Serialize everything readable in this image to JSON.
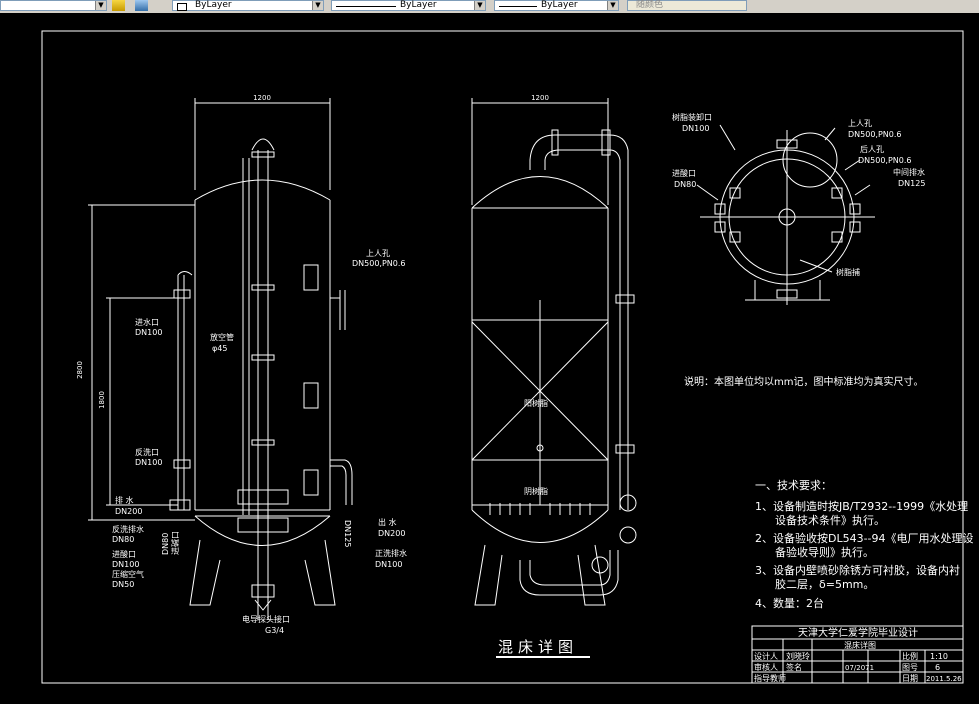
{
  "toolbar": {
    "color_dropdown": "ByLayer",
    "linetype_dropdown": "ByLayer",
    "lineweight_dropdown": "ByLayer",
    "plotstyle_dropdown": "随颜色"
  },
  "drawing": {
    "left_view": {
      "dim_width": "1200",
      "dim_total": "2800",
      "dim_mid": "1800",
      "in_label": "进水口",
      "in_size": "DN100",
      "back_label": "反洗口",
      "back_size": "DN100",
      "outlet_label": "排 水",
      "outlet_size": "DN200",
      "backwash_drain_label": "反洗排水",
      "backwash_drain_size": "DN80",
      "inlet_label": "进酸口",
      "inlet_size": "DN100",
      "air_label": "压缩空气",
      "air_size": "DN50",
      "side_in": "进碱口",
      "side_size": "DN80",
      "pipe_label": "放空管",
      "pipe_size": "φ45",
      "manhole_label": "上人孔",
      "manhole_spec": "DN500,PN0.6",
      "vertical_size": "DN125",
      "out_label": "出 水",
      "out_size": "DN200",
      "rinse_label": "正洗排水",
      "rinse_size": "DN100",
      "bottom_label": "电导探头接口",
      "bottom_size": "G3/4"
    },
    "right_view": {
      "dim_width": "1200",
      "resin_label": "阳树脂",
      "resin_label_2": "阴树脂"
    },
    "top_view": {
      "vent_label": "树脂装卸口",
      "vent_size": "DN100",
      "manhole_top_label": "上人孔",
      "manhole_top_spec": "DN500,PN0.6",
      "manhole_side_label": "后人孔",
      "manhole_side_spec": "DN500,PN0.6",
      "drain_label": "中间排水",
      "drain_size": "DN125",
      "inlet_label": "进酸口",
      "inlet_size": "DN80",
      "support_label": "树脂捕"
    },
    "note": "说明：本图单位均以mm记，图中标准均为真实尺寸。",
    "requirements_title": "一、技术要求：",
    "requirements": [
      "1、设备制造时按JB/T2932--1999《水处理",
      "设备技术条件》执行。",
      "2、设备验收按DL543--94《电厂用水处理设",
      "备验收导则》执行。",
      "3、设备内壁喷砂除锈方可衬胶，设备内衬",
      "胶二层，δ=5mm。",
      "4、数量：2台"
    ],
    "drawing_title": "混床详图",
    "title_block": {
      "school": "天津大学仁爱学院毕业设计",
      "drawing_name": "混床详图",
      "row1": [
        "设计人",
        "刘晓玲",
        "比例",
        "1:10"
      ],
      "row2": [
        "审核人",
        "签名",
        "日期",
        "2011.5.26"
      ],
      "row3": [
        "指导教师",
        "图号",
        "6"
      ],
      "version": "07/2071"
    }
  }
}
